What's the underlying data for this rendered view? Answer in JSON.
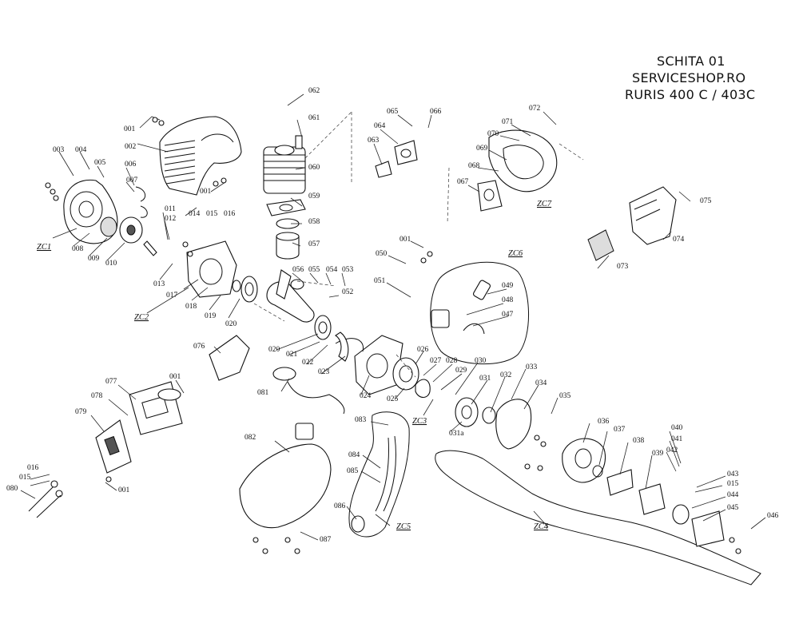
{
  "title": {
    "line1": "SCHITA 01",
    "line2": "SERVICESHOP.RO",
    "line3": "RURIS 400 C / 403C"
  },
  "labels": {
    "p001a": "001",
    "p001b": "001",
    "p001c": "001",
    "p001d": "001",
    "p001e": "001",
    "p002": "002",
    "p003": "003",
    "p004": "004",
    "p005": "005",
    "p006": "006",
    "p007": "007",
    "p008": "008",
    "p009": "009",
    "p010": "010",
    "p011": "011",
    "p012": "012",
    "p013": "013",
    "p014": "014",
    "p015a": "015",
    "p015b": "015",
    "p015c": "015",
    "p016a": "016",
    "p016b": "016",
    "p017": "017",
    "p018": "018",
    "p019": "019",
    "p020a": "020",
    "p020b": "020",
    "p021": "021",
    "p022": "022",
    "p023": "023",
    "p024": "024",
    "p025": "025",
    "p026": "026",
    "p027": "027",
    "p028": "028",
    "p029": "029",
    "p030": "030",
    "p031": "031",
    "p031a": "031a",
    "p032": "032",
    "p033": "033",
    "p034": "034",
    "p035": "035",
    "p036": "036",
    "p037": "037",
    "p038": "038",
    "p039": "039",
    "p040": "040",
    "p041": "041",
    "p042": "042",
    "p043": "043",
    "p044": "044",
    "p045": "045",
    "p046": "046",
    "p047": "047",
    "p048": "048",
    "p049": "049",
    "p050": "050",
    "p051": "051",
    "p052": "052",
    "p053": "053",
    "p054": "054",
    "p055": "055",
    "p056": "056",
    "p057": "057",
    "p058": "058",
    "p059": "059",
    "p060": "060",
    "p061": "061",
    "p062": "062",
    "p063": "063",
    "p064": "064",
    "p065": "065",
    "p066": "066",
    "p067": "067",
    "p068": "068",
    "p069": "069",
    "p070": "070",
    "p071": "071",
    "p072": "072",
    "p073": "073",
    "p074": "074",
    "p075": "075",
    "p076": "076",
    "p077": "077",
    "p078": "078",
    "p079": "079",
    "p080": "080",
    "p081": "081",
    "p082": "082",
    "p083": "083",
    "p084": "084",
    "p085": "085",
    "p086": "086",
    "p087": "087"
  },
  "groups": {
    "zc1": "ZC1",
    "zc2": "ZC2",
    "zc3": "ZC3",
    "zc4": "ZC4",
    "zc5": "ZC5",
    "zc6": "ZC6",
    "zc7": "ZC7"
  }
}
